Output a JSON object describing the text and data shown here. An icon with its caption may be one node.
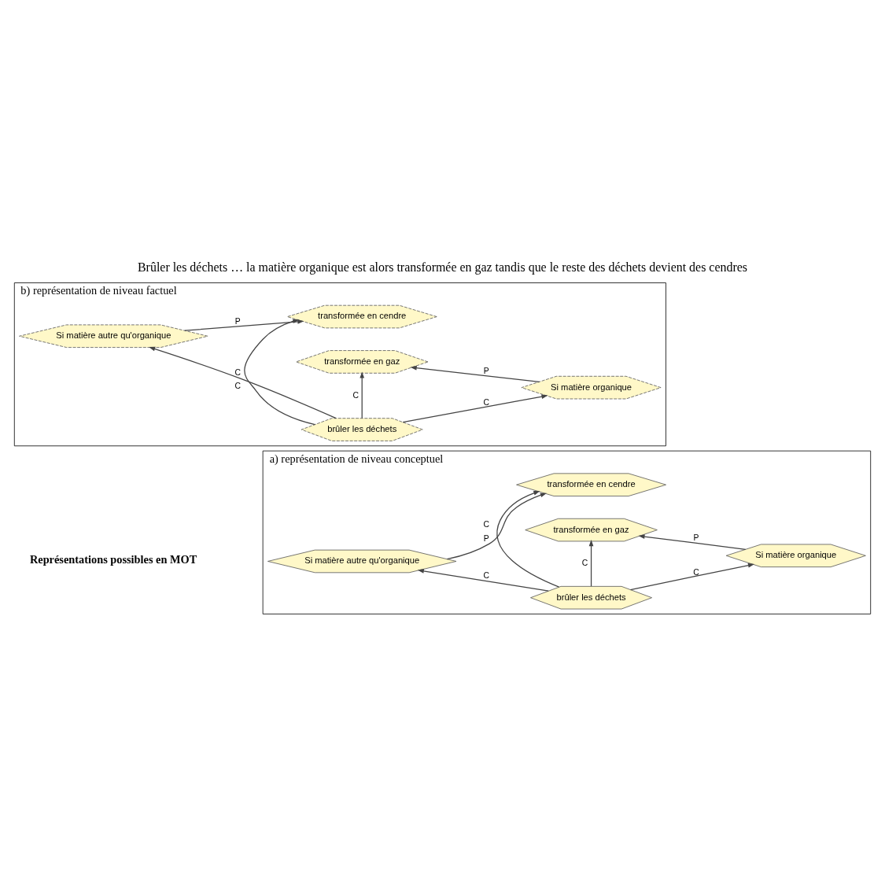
{
  "diagram": {
    "title": "Brûler les déchets … la matière organique est alors transformée en gaz tandis que le reste des déchets devient des cendres",
    "nodes": [
      {
        "text": [
          "a) représentation de niveau conceptuel"
        ]
      },
      {
        "text": [
          "Si matière autre qu'organique"
        ],
        "in": 0
      },
      {
        "text": [
          "transformée en cendre"
        ],
        "in": 0
      },
      {
        "text": [
          "brûler les déchets"
        ],
        "in": 0
      },
      {
        "text": [
          "Si matière organique"
        ],
        "in": 0
      },
      {
        "text": [
          "transformée en gaz"
        ],
        "in": 0
      },
      {
        "text": [
          "b) représentation de niveau factuel"
        ]
      },
      {
        "text": [
          "Si matière autre qu'organique"
        ],
        "in": 6
      },
      {
        "text": [
          "transformée en cendre"
        ],
        "in": 6
      },
      {
        "text": [
          "brûler les déchets"
        ],
        "in": 6
      },
      {
        "text": [
          "Si matière organique"
        ],
        "in": 6
      },
      {
        "text": [
          "transformée en gaz"
        ],
        "in": 6
      }
    ],
    "edges": [
      {
        "from": 1,
        "to": 2,
        "arrow": "to",
        "label": "P"
      },
      {
        "from": 3,
        "to": 1,
        "arrow": "to",
        "label": "C"
      },
      {
        "from": 3,
        "to": 2,
        "arrow": "to",
        "label": "C"
      },
      {
        "from": 3,
        "to": 4,
        "arrow": "to",
        "label": "C"
      },
      {
        "from": 3,
        "to": 5,
        "arrow": "to",
        "label": "C"
      },
      {
        "from": 4,
        "to": 5,
        "arrow": "to",
        "label": "P"
      },
      {
        "from": 7,
        "to": 8,
        "arrow": "to",
        "label": "P"
      },
      {
        "from": 9,
        "to": 7,
        "arrow": "to",
        "label": "C"
      },
      {
        "from": 9,
        "to": 8,
        "arrow": "to",
        "label": "C"
      },
      {
        "from": 9,
        "to": 10,
        "arrow": "to",
        "label": "C"
      },
      {
        "from": 9,
        "to": 11,
        "arrow": "to",
        "label": "C"
      },
      {
        "from": 10,
        "to": 11,
        "arrow": "to",
        "label": "P"
      }
    ],
    "labels": [
      "Représentations possibles en MOT"
    ]
  }
}
